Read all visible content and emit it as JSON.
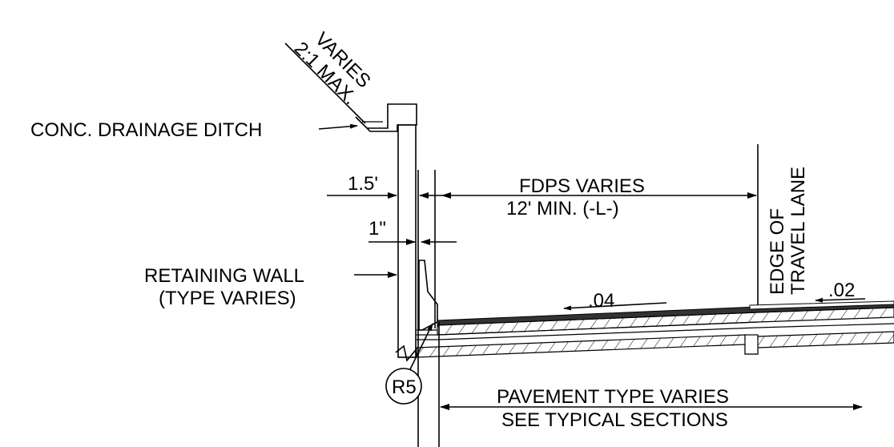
{
  "labels": {
    "slope_varies": "VARIES",
    "slope_max": "2:1 MAX.",
    "ditch": "CONC. DRAINAGE DITCH",
    "offset_1_5": "1.5'",
    "offset_1in": "1\"",
    "fdps_line1": "FDPS VARIES",
    "fdps_line2": "12' MIN. (-L-)",
    "edge_line1": "EDGE OF",
    "edge_line2": "TRAVEL LANE",
    "wall_line1": "RETAINING WALL",
    "wall_line2": "(TYPE VARIES)",
    "slope_04": ".04",
    "slope_02": ".02",
    "callout": "R5",
    "pavement_line1": "PAVEMENT TYPE VARIES",
    "pavement_line2": "SEE TYPICAL SECTIONS"
  }
}
